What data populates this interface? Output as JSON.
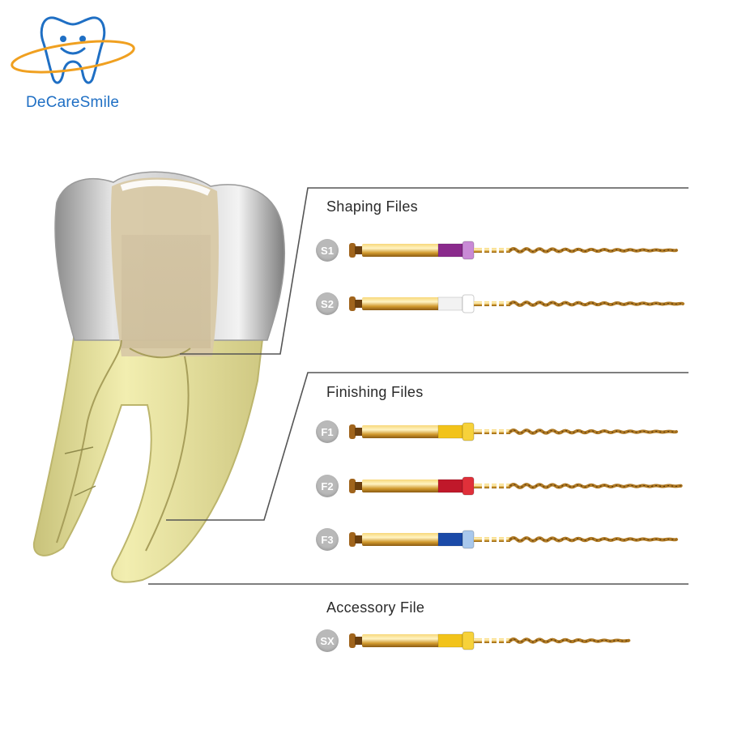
{
  "brand": {
    "name": "DeCareSmile",
    "color": "#1f6fc4",
    "ring_color": "#f0a020"
  },
  "illustration": {
    "subject": "tooth-cross-section-icon"
  },
  "groups": [
    {
      "title": "Shaping Files",
      "files": [
        {
          "code": "S1",
          "band_color": "#8a2a8c",
          "ring_color": "#c98ad6"
        },
        {
          "code": "S2",
          "band_color": "#f2f2f2",
          "ring_color": "#ffffff"
        }
      ]
    },
    {
      "title": "Finishing Files",
      "files": [
        {
          "code": "F1",
          "band_color": "#f2c31a",
          "ring_color": "#f7d23a"
        },
        {
          "code": "F2",
          "band_color": "#c0182a",
          "ring_color": "#e0303a"
        },
        {
          "code": "F3",
          "band_color": "#1b4aa8",
          "ring_color": "#a9c8ec"
        }
      ]
    },
    {
      "title": "Accessory File",
      "files": [
        {
          "code": "SX",
          "band_color": "#f2c31a",
          "ring_color": "#f7d23a"
        }
      ]
    }
  ]
}
